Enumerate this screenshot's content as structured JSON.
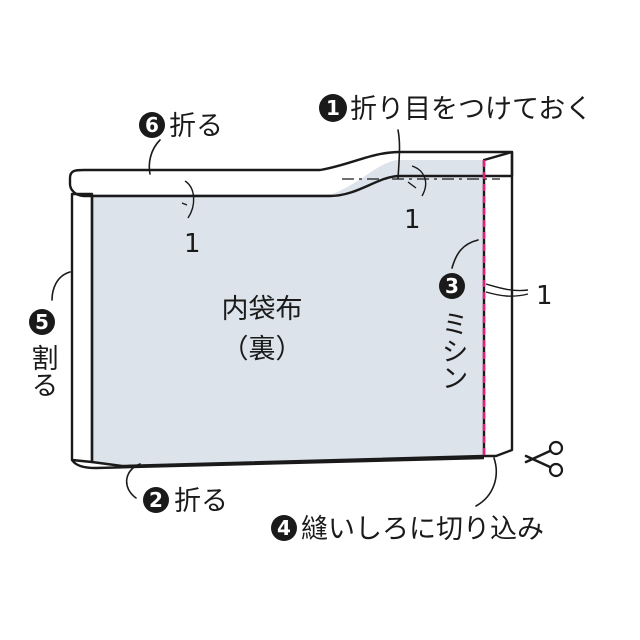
{
  "colors": {
    "fabric": "#dde3ea",
    "stitch": "#e0207a",
    "ink": "#1a1a1a",
    "fold": "#f4f4f4"
  },
  "steps": {
    "s1": {
      "num": "1",
      "text": "折り目をつけておく"
    },
    "s2": {
      "num": "2",
      "text": "折る"
    },
    "s3": {
      "num": "3",
      "text": "ミシン"
    },
    "s4": {
      "num": "4",
      "text": "縫いしろに切り込み"
    },
    "s5": {
      "num": "5",
      "text": "割る"
    },
    "s6": {
      "num": "6",
      "text": "折る"
    }
  },
  "fabric_label": {
    "line1": "内袋布",
    "line2": "（裏）"
  },
  "measurements": {
    "top_left": "1",
    "top_right": "1",
    "right_side": "1"
  },
  "icons": {
    "scissors": "scissors-icon"
  }
}
